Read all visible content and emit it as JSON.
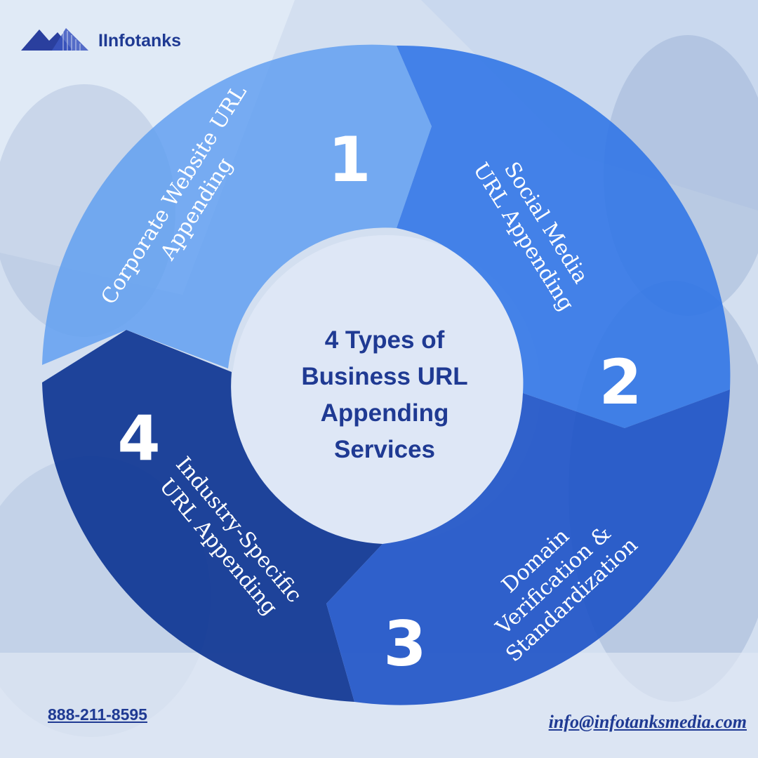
{
  "brand": {
    "name": "IInfotanks",
    "logo_icon": "mountain-logo-icon"
  },
  "center": {
    "lines": [
      "4 Types of",
      "Business URL",
      "Appending",
      "Services"
    ]
  },
  "segments": [
    {
      "number": "1",
      "label_lines": [
        "Corporate Website URL",
        "Appending"
      ],
      "color": "#5e9ef0"
    },
    {
      "number": "2",
      "label_lines": [
        "Social Media",
        "URL Appending"
      ],
      "color": "#2f74e6"
    },
    {
      "number": "3",
      "label_lines": [
        "Domain",
        "Verification &",
        "Standardization"
      ],
      "color": "#1d52c6"
    },
    {
      "number": "4",
      "label_lines": [
        "Industry-Specific",
        "URL Appending"
      ],
      "color": "#0e3592"
    }
  ],
  "footer": {
    "phone": "888-211-8595",
    "email": "info@infotanksmedia.com"
  },
  "colors": {
    "brand": "#1f3a93",
    "center_fill": "#dfe8f6"
  }
}
